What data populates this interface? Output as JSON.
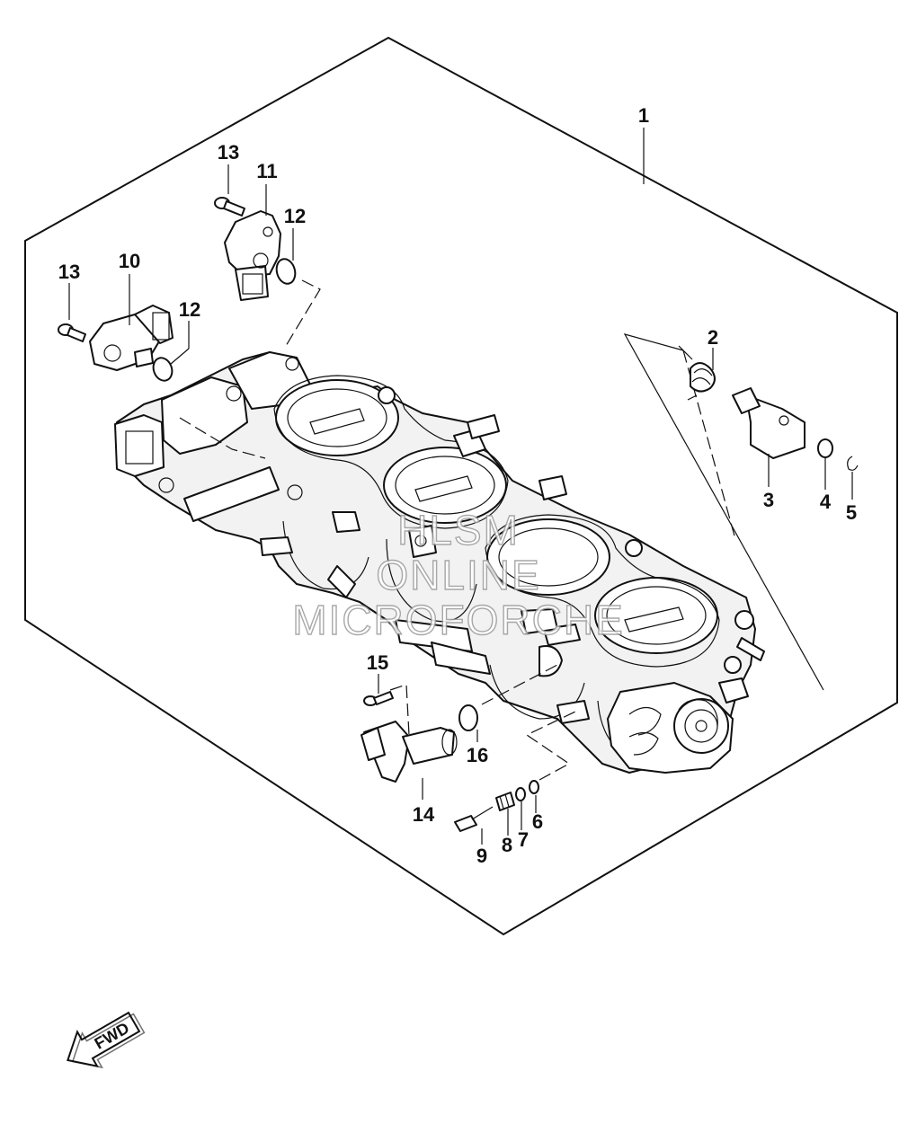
{
  "callouts": {
    "c1": "1",
    "c2": "2",
    "c3": "3",
    "c4": "4",
    "c5": "5",
    "c6": "6",
    "c7": "7",
    "c8": "8",
    "c9": "9",
    "c10": "10",
    "c11": "11",
    "c12a": "12",
    "c12b": "12",
    "c13a": "13",
    "c13b": "13",
    "c14": "14",
    "c15": "15",
    "c16": "16"
  },
  "watermark": {
    "line1": "HLSM",
    "line2": "ONLINE",
    "line3": "MICROFORCHE"
  },
  "direction_marker": {
    "label": "FWD"
  }
}
